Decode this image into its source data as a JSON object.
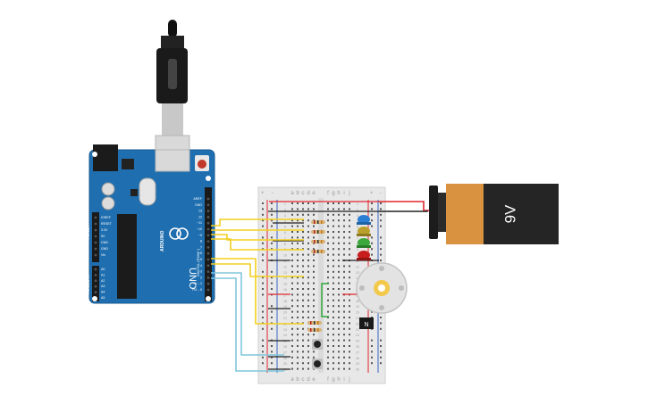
{
  "arduino": {
    "model": "UNO",
    "brand": "ARDUINO",
    "digital_label": "DIGITAL (PWM~)",
    "header_labels": [
      "AREF",
      "GND",
      "13",
      "12",
      "~11",
      "~10",
      "~9",
      "8",
      "7",
      "~6",
      "~5",
      "4",
      "~3",
      "2",
      "TX→1",
      "RX←0"
    ],
    "power_labels": [
      "IOREF",
      "RESET",
      "3.3V",
      "5V",
      "GND",
      "GND",
      "Vin"
    ],
    "analog_labels": [
      "A0",
      "A1",
      "A2",
      "A3",
      "A4",
      "A5"
    ],
    "section_power": "POWER",
    "section_analog": "ANALOG IN"
  },
  "battery": {
    "label": "9V"
  },
  "breadboard": {
    "columns_top": [
      "a",
      "b",
      "c",
      "d",
      "e",
      "f",
      "g",
      "h",
      "i",
      "j"
    ],
    "columns_bottom": [
      "a",
      "b",
      "c",
      "d",
      "e",
      "f",
      "g",
      "h",
      "i",
      "j"
    ],
    "rail_plus": "+",
    "rail_minus": "-",
    "rows": [
      "1",
      "2",
      "3",
      "4",
      "5",
      "6",
      "7",
      "8",
      "9",
      "10",
      "11",
      "12",
      "13",
      "14",
      "15",
      "16",
      "17",
      "18",
      "19",
      "20",
      "21",
      "22",
      "23",
      "24",
      "25",
      "26",
      "27",
      "28",
      "29",
      "30"
    ]
  },
  "colors": {
    "board": "#1f6fb0",
    "wire_yellow": "#f2cf1f",
    "wire_blue": "#7fc6dc",
    "wire_red": "#e0252e",
    "wire_black": "#222222",
    "wire_green": "#2fa83a",
    "led_blue": "#2a7fd4",
    "led_yellow": "#b9a02a",
    "led_green": "#3aa83a",
    "led_red": "#c81d1d",
    "battery_orange": "#d99240",
    "motor": "#e3e3e3"
  },
  "transistor": {
    "label": "N"
  }
}
